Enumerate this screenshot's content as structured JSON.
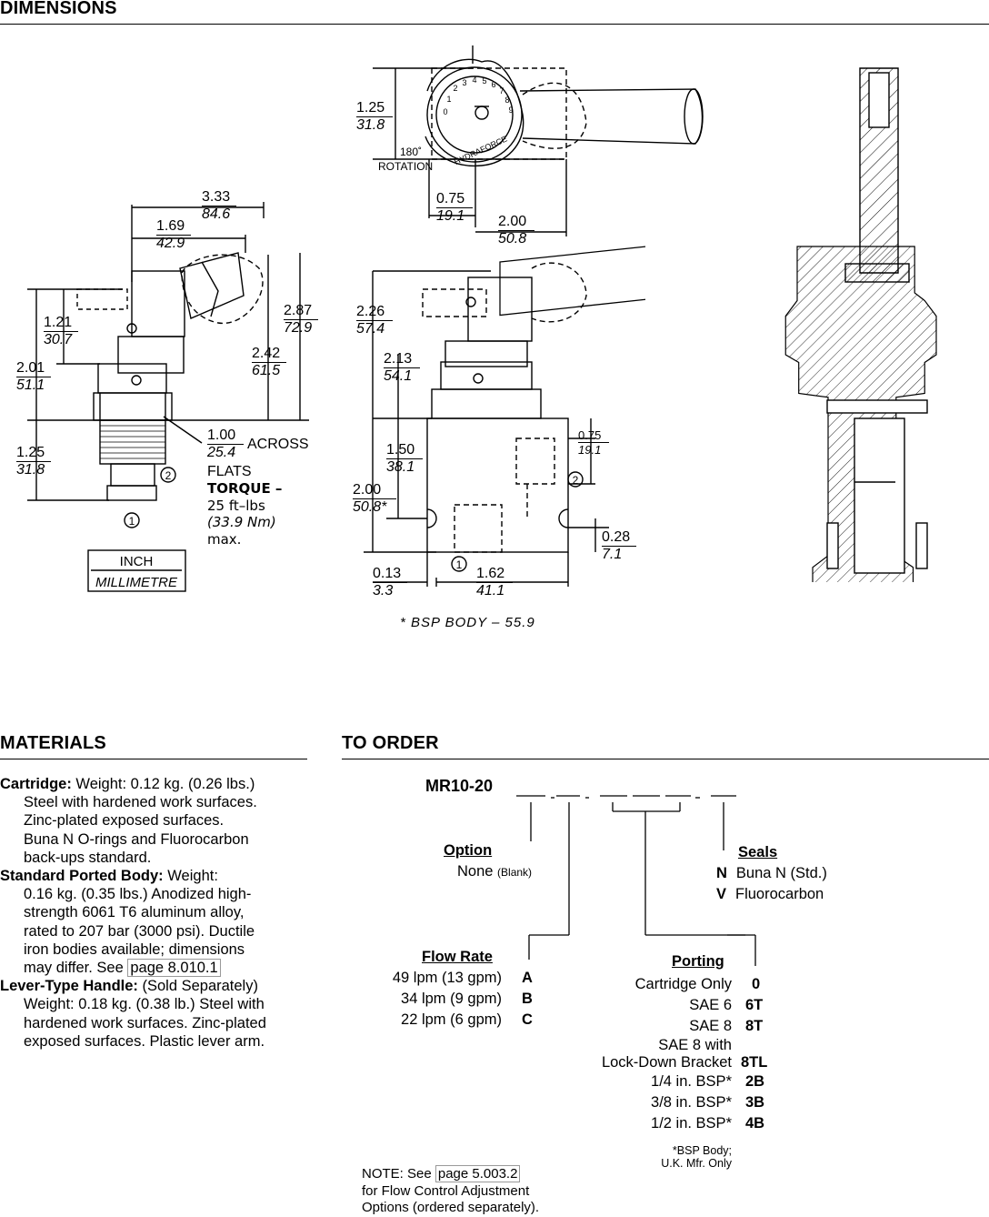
{
  "sections": {
    "dimensions": "DIMENSIONS",
    "materials": "MATERIALS",
    "to_order": "TO ORDER"
  },
  "drawing": {
    "left_view": {
      "d333": {
        "in": "3.33",
        "mm": "84.6"
      },
      "d169": {
        "in": "1.69",
        "mm": "42.9"
      },
      "d121": {
        "in": "1.21",
        "mm": "30.7"
      },
      "d201": {
        "in": "2.01",
        "mm": "51.1"
      },
      "d287": {
        "in": "2.87",
        "mm": "72.9"
      },
      "d242": {
        "in": "2.42",
        "mm": "61.5"
      },
      "d125": {
        "in": "1.25",
        "mm": "31.8"
      },
      "across": {
        "in": "1.00",
        "mm": "25.4",
        "t1": "ACROSS",
        "t2": "FLATS"
      },
      "torque": [
        "TORQUE –",
        "25 ft–lbs",
        "(33.9 Nm)",
        "max."
      ],
      "port1": "1",
      "port2": "2",
      "legend": {
        "inch": "INCH",
        "mm": "MILLIMETRE"
      }
    },
    "top_view": {
      "d125": {
        "in": "1.25",
        "mm": "31.8"
      },
      "rotation": [
        "180˚",
        "ROTATION"
      ],
      "d075": {
        "in": "0.75",
        "mm": "19.1"
      },
      "d200": {
        "in": "2.00",
        "mm": "50.8"
      },
      "dial_numbers": [
        "0",
        "1",
        "2",
        "3",
        "4",
        "5",
        "6",
        "7",
        "8",
        "9"
      ],
      "dial_brand": "HYDRAFORCE"
    },
    "front_view": {
      "d226": {
        "in": "2.26",
        "mm": "57.4"
      },
      "d213": {
        "in": "2.13",
        "mm": "54.1"
      },
      "d150": {
        "in": "1.50",
        "mm": "38.1"
      },
      "d200": {
        "in": "2.00",
        "mm": "50.8*"
      },
      "d075": {
        "in": "0.75",
        "mm": "19.1"
      },
      "d028": {
        "in": "0.28",
        "mm": "7.1"
      },
      "d013": {
        "in": "0.13",
        "mm": "3.3"
      },
      "d162": {
        "in": "1.62",
        "mm": "41.1"
      },
      "port1": "1",
      "port2": "2",
      "bsp_note": "* BSP BODY – 55.9"
    }
  },
  "materials": {
    "cartridge": {
      "label": "Cartridge:",
      "lines": [
        " Weight: 0.12 kg. (0.26 lbs.)",
        "Steel with hardened work surfaces.",
        "Zinc-plated exposed surfaces.",
        "Buna N O-rings and Fluorocarbon",
        "back-ups standard."
      ]
    },
    "body": {
      "label": "Standard Ported Body:",
      "lines": [
        " Weight:",
        "0.16 kg. (0.35 lbs.) Anodized high-",
        "strength 6061 T6 aluminum alloy,",
        "rated to 207 bar (3000 psi). Ductile",
        "iron bodies available; dimensions"
      ],
      "last_pre": "may differ. See ",
      "link": "page 8.010.1"
    },
    "handle": {
      "label": "Lever-Type Handle:",
      "lines": [
        " (Sold Separately)",
        "Weight: 0.18 kg. (0.38 lb.) Steel with",
        "hardened work surfaces. Zinc-plated",
        "exposed surfaces. Plastic lever arm."
      ]
    }
  },
  "order": {
    "model": "MR10-20",
    "option": {
      "title": "Option",
      "none": "None",
      "blank": "(Blank)"
    },
    "seals": {
      "title": "Seals",
      "rows": [
        {
          "code": "N",
          "text": "Buna N (Std.)"
        },
        {
          "code": "V",
          "text": "Fluorocarbon"
        }
      ]
    },
    "flow": {
      "title": "Flow Rate",
      "rows": [
        {
          "text": "49 lpm (13 gpm)",
          "code": "A"
        },
        {
          "text": "34 lpm (9 gpm)",
          "code": "B"
        },
        {
          "text": "22 lpm (6 gpm)",
          "code": "C"
        }
      ]
    },
    "porting": {
      "title": "Porting",
      "rows": [
        {
          "text": "Cartridge Only",
          "code": "0"
        },
        {
          "text": "SAE 6",
          "code": "6T"
        },
        {
          "text": "SAE 8",
          "code": "8T"
        },
        {
          "text": "SAE 8 with",
          "code": ""
        },
        {
          "text": "Lock-Down Bracket",
          "code": "8TL"
        },
        {
          "text": "1/4 in. BSP*",
          "code": "2B"
        },
        {
          "text": "3/8 in. BSP*",
          "code": "3B"
        },
        {
          "text": "1/2 in. BSP*",
          "code": "4B"
        }
      ],
      "footnote": [
        "*BSP Body;",
        "U.K. Mfr. Only"
      ]
    },
    "note": {
      "pre": "NOTE: See ",
      "link": "page 5.003.2",
      "lines": [
        "for Flow Control Adjustment",
        "Options (ordered separately)."
      ]
    }
  }
}
